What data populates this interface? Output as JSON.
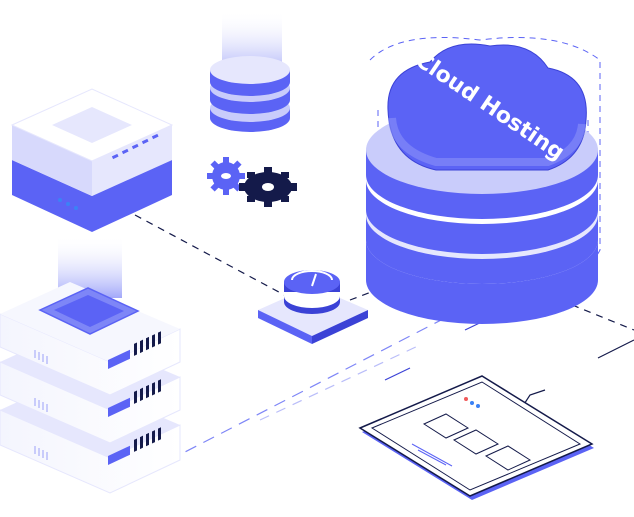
{
  "cloud": {
    "label": "Cloud Hosting"
  },
  "colors": {
    "primary": "#5b63f5",
    "primary_dark": "#3b42d6",
    "lavender": "#c9ccfb",
    "lavender_light": "#e6e7fd",
    "navy": "#141a4a",
    "white": "#ffffff",
    "red_dot": "#f05a5a",
    "blue_dot": "#3b82f6"
  },
  "icons": [
    "server-stack",
    "database",
    "gear",
    "gauge",
    "cloud",
    "tablet",
    "rack-server"
  ]
}
